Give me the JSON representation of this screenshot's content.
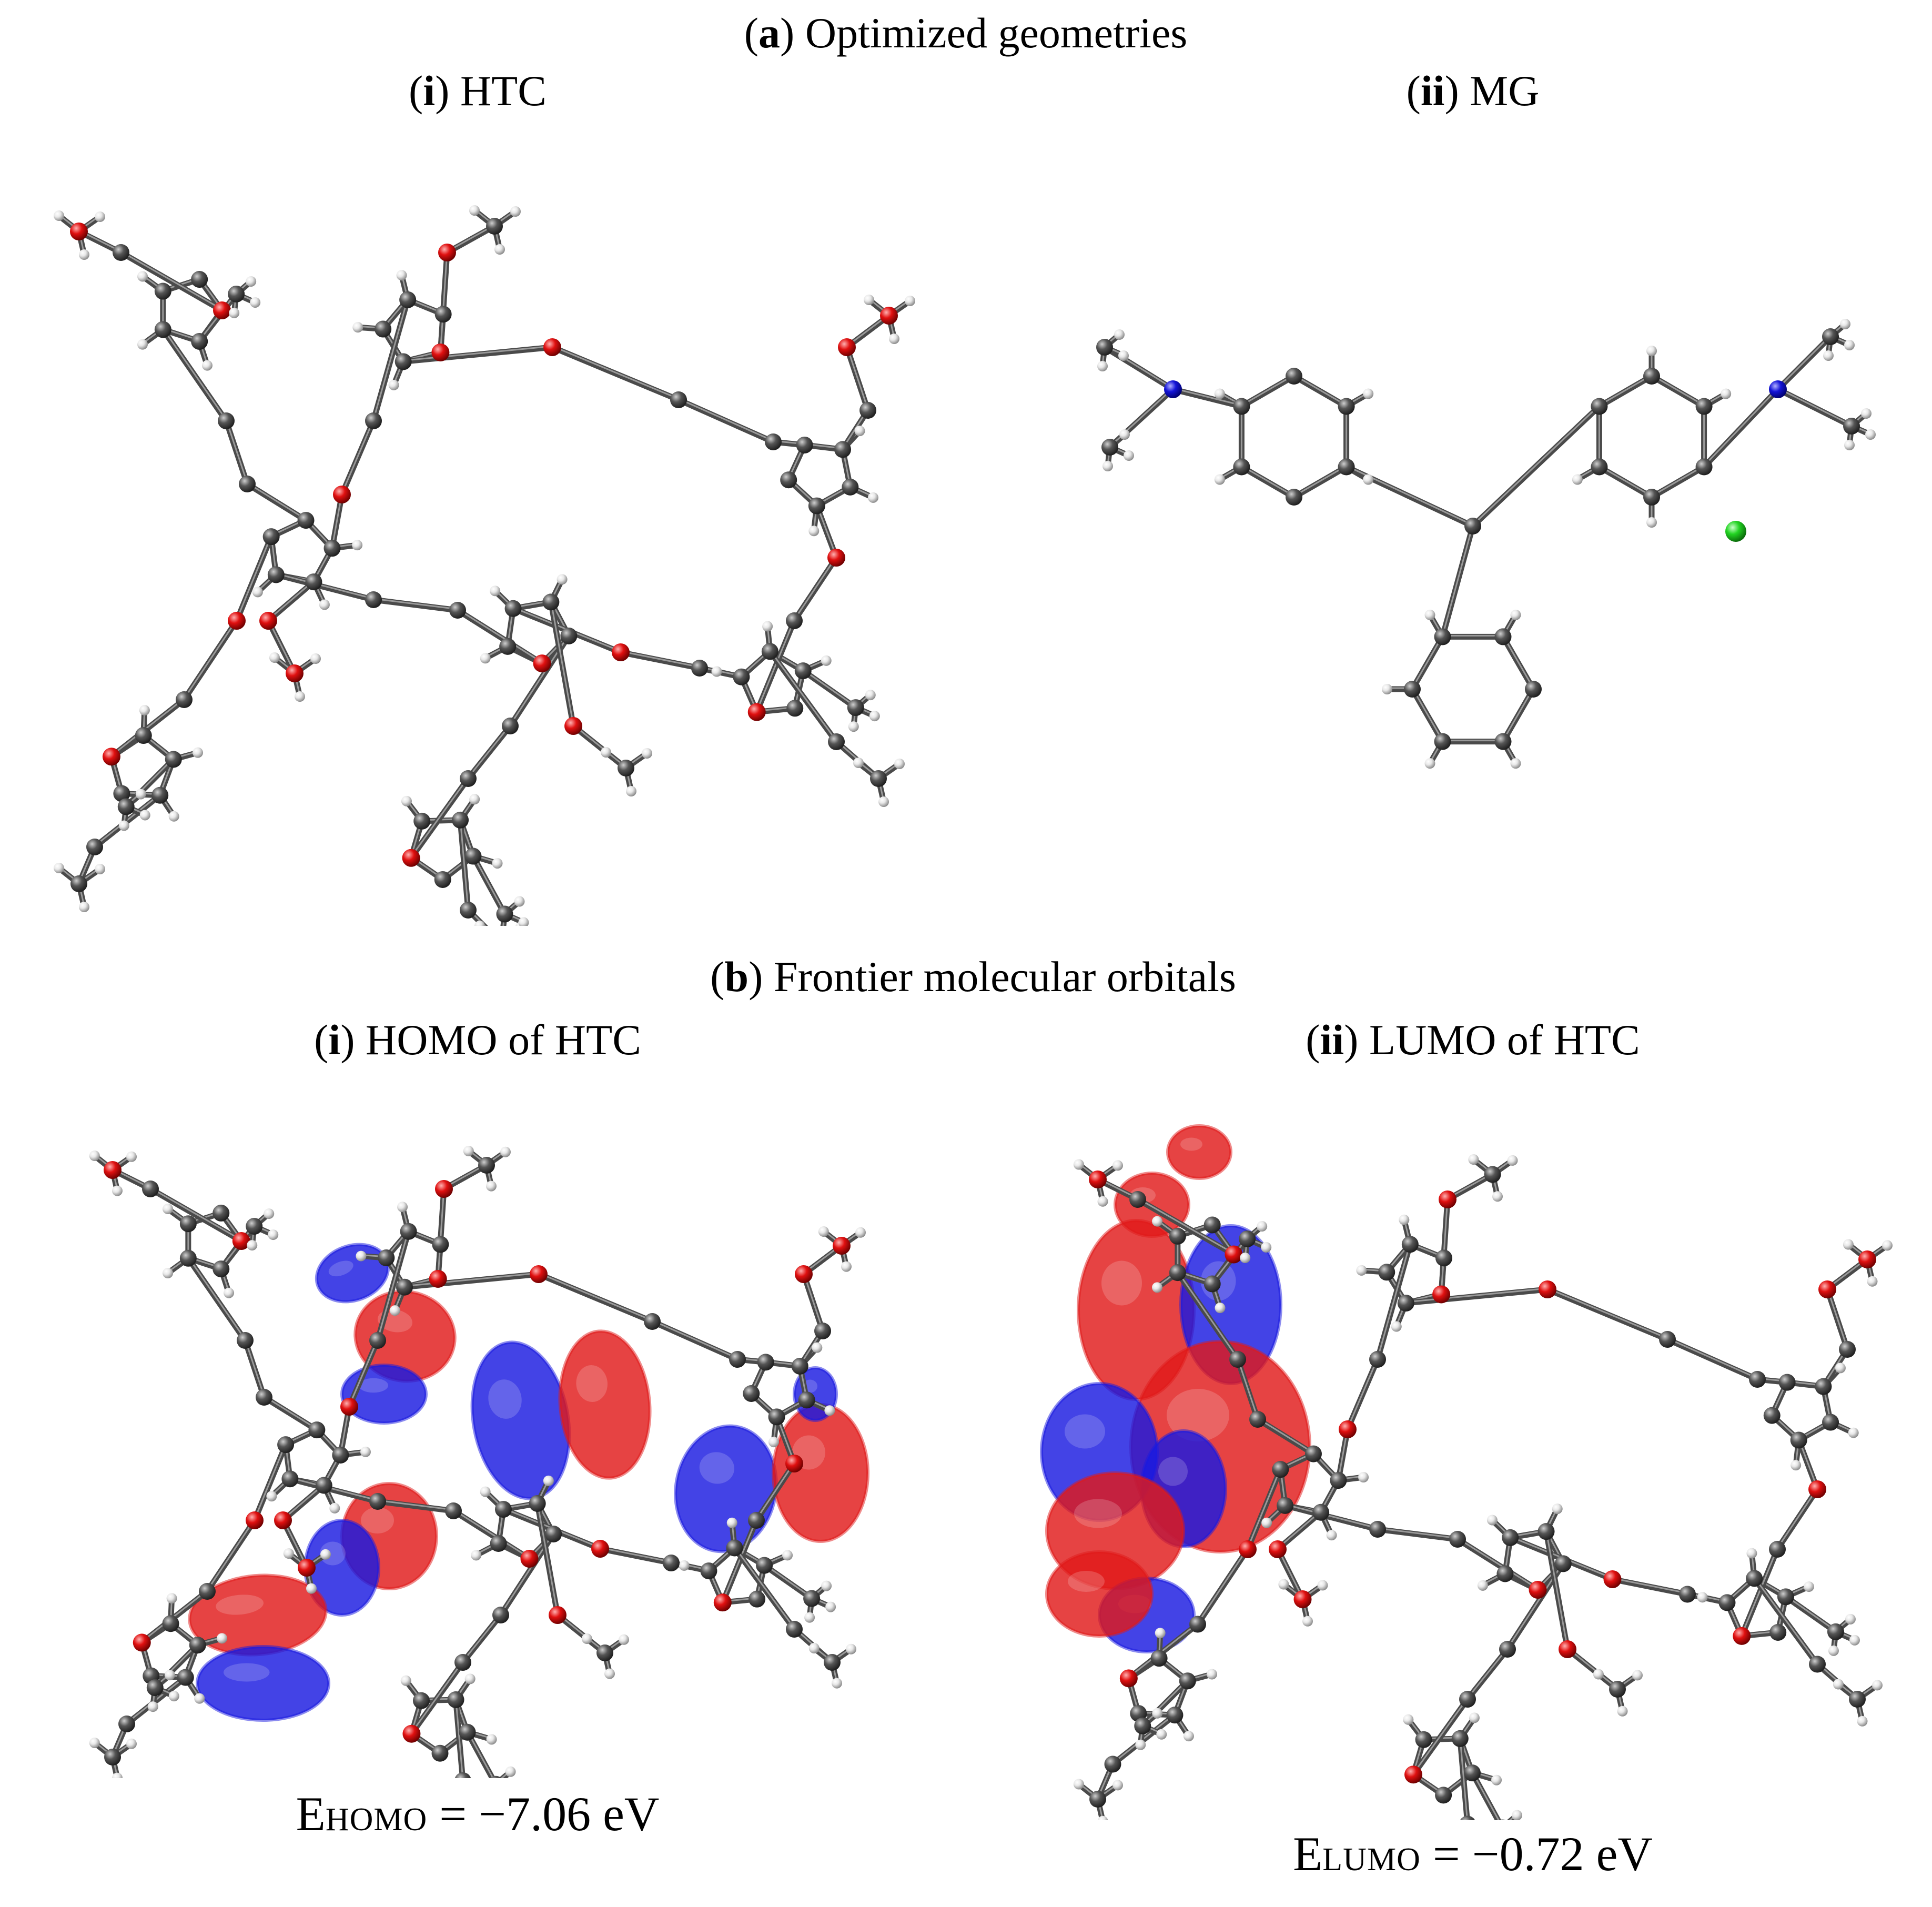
{
  "figure": {
    "panel_a": {
      "letter": "a",
      "title": "Optimized geometries"
    },
    "panel_a_i": {
      "numeral": "i",
      "title": "HTC"
    },
    "panel_a_ii": {
      "numeral": "ii",
      "title": "MG"
    },
    "panel_b": {
      "letter": "b",
      "title": "Frontier molecular orbitals"
    },
    "panel_b_i": {
      "numeral": "i",
      "title": "HOMO of HTC"
    },
    "panel_b_ii": {
      "numeral": "ii",
      "title": "LUMO of HTC"
    },
    "homo_energy": {
      "symbol": "E",
      "subscript": "HOMO",
      "value": "= −7.06 eV"
    },
    "lumo_energy": {
      "symbol": "E",
      "subscript": "LUMO",
      "value": "= −0.72 eV"
    }
  },
  "colors": {
    "carbon": "#555555",
    "hydrogen": "#e8e8e8",
    "oxygen": "#e01010",
    "nitrogen": "#1414d8",
    "chlorine": "#22d422",
    "orbital_positive": "#e01a1a",
    "orbital_negative": "#1a1ae0"
  }
}
